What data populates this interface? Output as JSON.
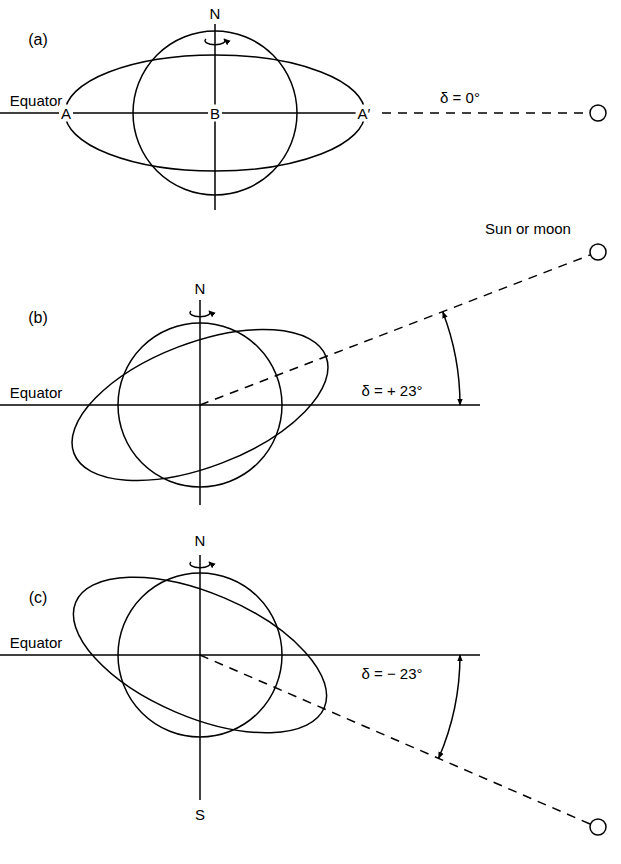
{
  "diagram": {
    "labels": [
      "(a)",
      "N",
      "Equator",
      "A",
      "B",
      "A′",
      "δ = 0°",
      "Sun or moon",
      "(b)",
      "N",
      "Equator",
      "δ = + 23°",
      "(c)",
      "N",
      "Equator",
      "δ = − 23°",
      "S"
    ]
  }
}
